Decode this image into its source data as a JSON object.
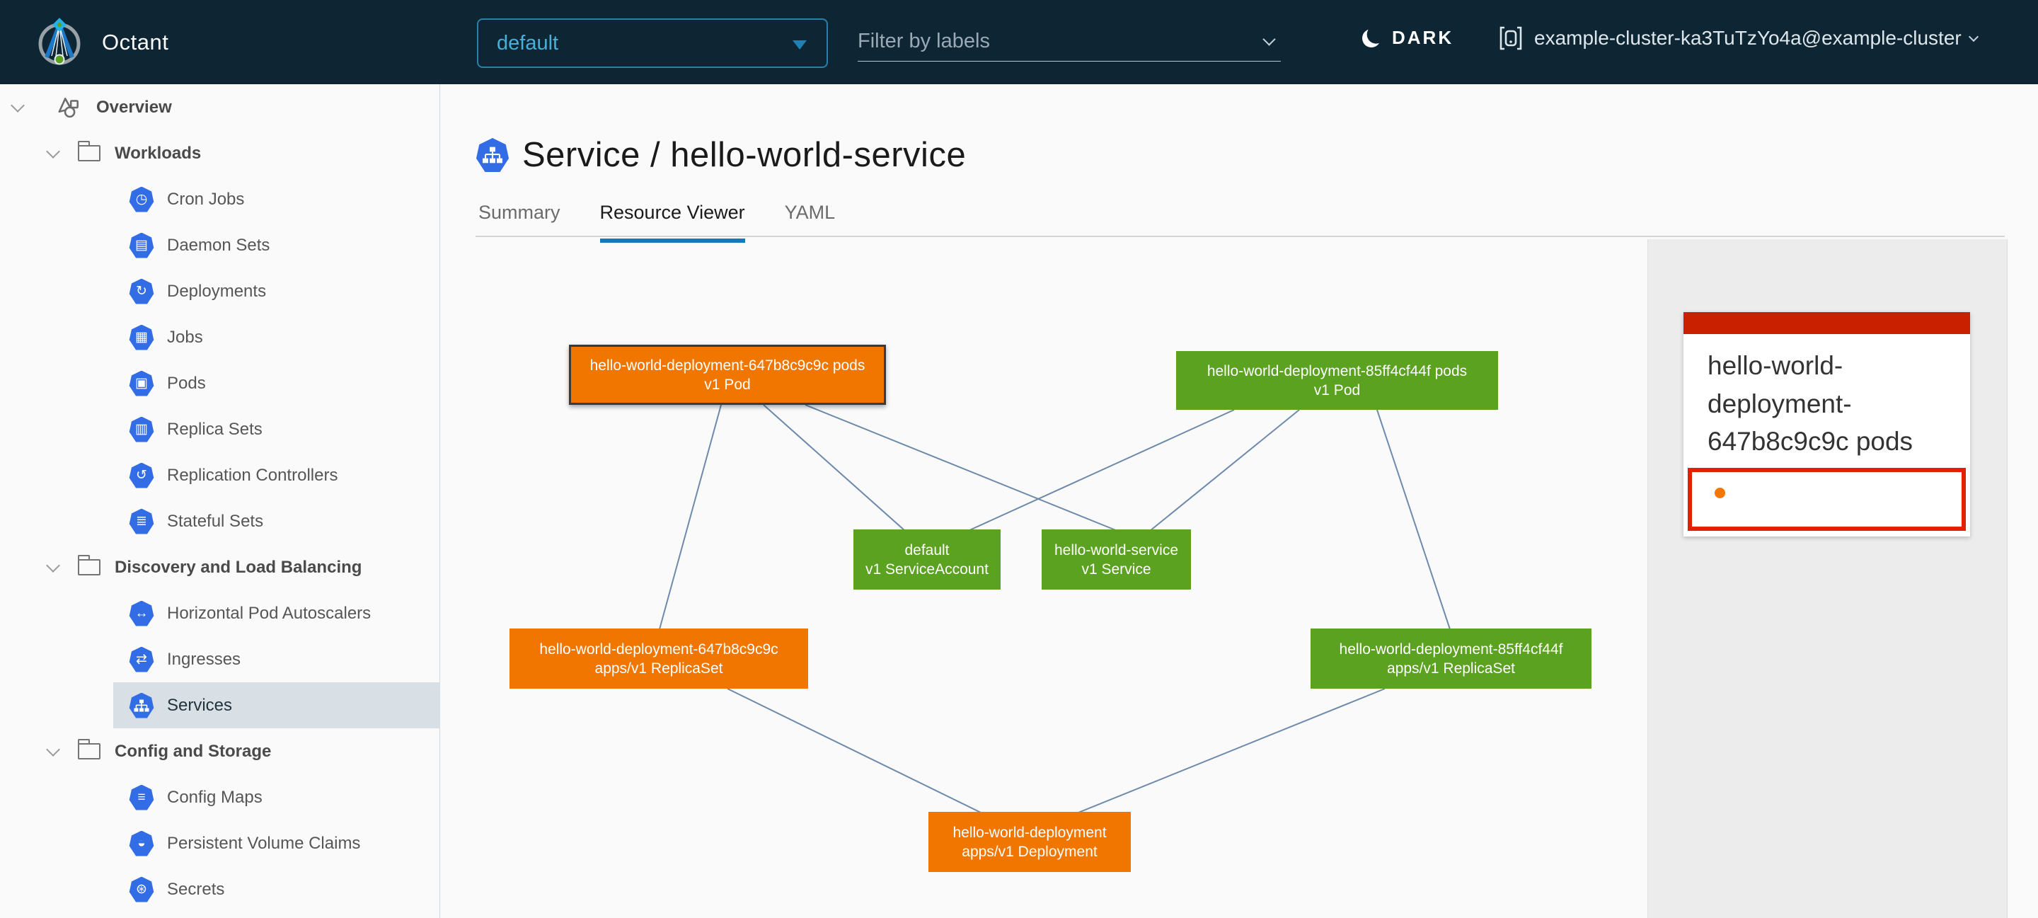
{
  "header": {
    "app_name": "Octant",
    "namespace_selector": {
      "value": "default"
    },
    "filter": {
      "placeholder": "Filter by labels"
    },
    "theme_toggle": {
      "label": "DARK"
    },
    "cluster_selector": {
      "label": "example-cluster-ka3TuTzYo4a@example-cluster"
    }
  },
  "icons": {
    "octant-logo": "octant-compass",
    "moon": "crescent-moon",
    "cluster": "bracketed-device",
    "overview": "objects-outline",
    "folder": "folder-outline",
    "chevron": "chevron-down"
  },
  "sidebar": {
    "items": [
      {
        "label": "Overview",
        "level": 0,
        "icon": "overview-icon"
      },
      {
        "label": "Workloads",
        "level": 1,
        "icon": "folder-icon"
      },
      {
        "label": "Cron Jobs",
        "level": 2,
        "icon": "cronjobs-icon",
        "glyph": "◷"
      },
      {
        "label": "Daemon Sets",
        "level": 2,
        "icon": "daemonsets-icon",
        "glyph": "▤"
      },
      {
        "label": "Deployments",
        "level": 2,
        "icon": "deployments-icon",
        "glyph": "↻"
      },
      {
        "label": "Jobs",
        "level": 2,
        "icon": "jobs-icon",
        "glyph": "▦"
      },
      {
        "label": "Pods",
        "level": 2,
        "icon": "pods-icon",
        "glyph": "▣"
      },
      {
        "label": "Replica Sets",
        "level": 2,
        "icon": "replicasets-icon",
        "glyph": "▥"
      },
      {
        "label": "Replication Controllers",
        "level": 2,
        "icon": "replicationcontrollers-icon",
        "glyph": "↺"
      },
      {
        "label": "Stateful Sets",
        "level": 2,
        "icon": "statefulsets-icon",
        "glyph": "≣"
      },
      {
        "label": "Discovery and Load Balancing",
        "level": 1,
        "icon": "folder-icon"
      },
      {
        "label": "Horizontal Pod Autoscalers",
        "level": 2,
        "icon": "hpa-icon",
        "glyph": "↔"
      },
      {
        "label": "Ingresses",
        "level": 2,
        "icon": "ingresses-icon",
        "glyph": "⇄"
      },
      {
        "label": "Services",
        "level": 2,
        "icon": "services-icon",
        "glyph": "svc",
        "selected": true
      },
      {
        "label": "Config and Storage",
        "level": 1,
        "icon": "folder-icon"
      },
      {
        "label": "Config Maps",
        "level": 2,
        "icon": "configmaps-icon",
        "glyph": "≡"
      },
      {
        "label": "Persistent Volume Claims",
        "level": 2,
        "icon": "pvc-icon",
        "glyph": "◒"
      },
      {
        "label": "Secrets",
        "level": 2,
        "icon": "secrets-icon",
        "glyph": "⊛"
      }
    ]
  },
  "main": {
    "title": "Service / hello-world-service",
    "tabs": [
      {
        "label": "Summary",
        "active": false
      },
      {
        "label": "Resource Viewer",
        "active": true
      },
      {
        "label": "YAML",
        "active": false
      }
    ]
  },
  "graph": {
    "nodes": [
      {
        "name": "hello-world-deployment-647b8c9c9c pods",
        "meta": "v1 Pod",
        "status": "warning",
        "selected": true
      },
      {
        "name": "hello-world-deployment-85ff4cf44f pods",
        "meta": "v1 Pod",
        "status": "ok",
        "selected": false
      },
      {
        "name": "default",
        "meta": "v1 ServiceAccount",
        "status": "ok",
        "selected": false
      },
      {
        "name": "hello-world-service",
        "meta": "v1 Service",
        "status": "ok",
        "selected": false
      },
      {
        "name": "hello-world-deployment-647b8c9c9c",
        "meta": "apps/v1 ReplicaSet",
        "status": "warning",
        "selected": false
      },
      {
        "name": "hello-world-deployment-85ff4cf44f",
        "meta": "apps/v1 ReplicaSet",
        "status": "ok",
        "selected": false
      },
      {
        "name": "hello-world-deployment",
        "meta": "apps/v1 Deployment",
        "status": "warning",
        "selected": false
      }
    ],
    "edges": [
      [
        "pod-647b8c9c9c",
        "replicaset-647b8c9c9c"
      ],
      [
        "pod-647b8c9c9c",
        "serviceaccount-default"
      ],
      [
        "pod-647b8c9c9c",
        "service-hello-world-service"
      ],
      [
        "pod-85ff4cf44f",
        "serviceaccount-default"
      ],
      [
        "pod-85ff4cf44f",
        "service-hello-world-service"
      ],
      [
        "pod-85ff4cf44f",
        "replicaset-85ff4cf44f"
      ],
      [
        "replicaset-647b8c9c9c",
        "deployment-hello-world-deployment"
      ],
      [
        "replicaset-85ff4cf44f",
        "deployment-hello-world-deployment"
      ]
    ]
  },
  "panel": {
    "title": "hello-world-deployment-647b8c9c9c pods",
    "status": "warning"
  },
  "colors": {
    "header_bg": "#0e2634",
    "accent_blue": "#49afd9",
    "tab_active_underline": "#1779ba",
    "k8s_icon_blue": "#326de6",
    "node_ok_green": "#5aa220",
    "node_warning_orange": "#f07600",
    "alert_bar_red": "#c92100",
    "alert_border_red": "#e12200",
    "status_dot_orange": "#f57600",
    "selected_row_bg": "#d8e0e6"
  }
}
